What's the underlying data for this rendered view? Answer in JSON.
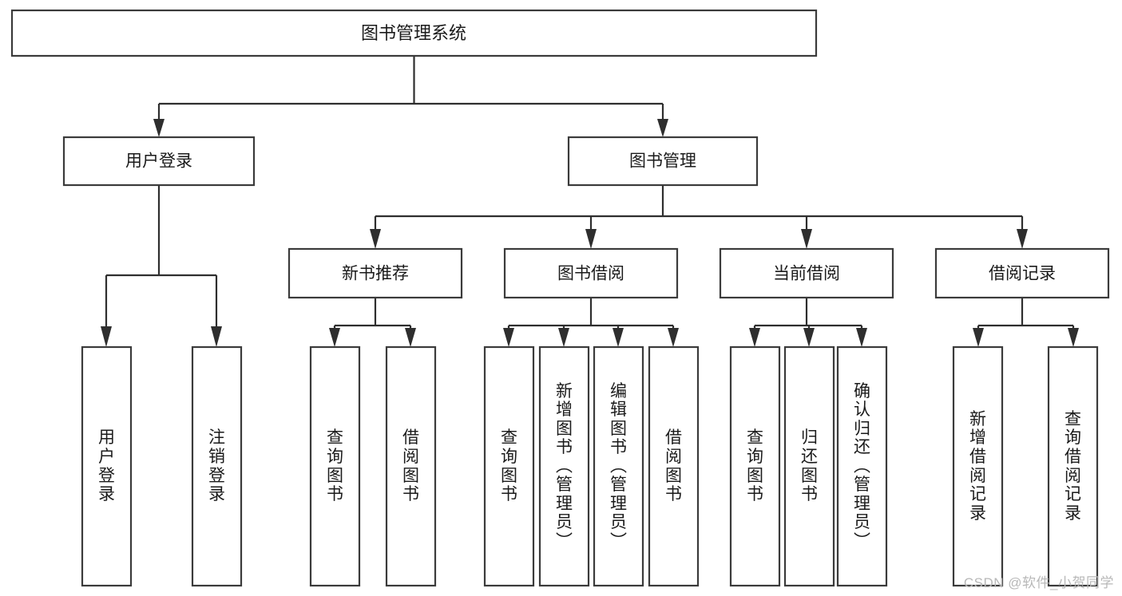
{
  "diagram": {
    "type": "tree-hierarchy",
    "root": {
      "id": "root",
      "label": "图书管理系统"
    },
    "level2": [
      {
        "id": "user-login",
        "label": "用户登录"
      },
      {
        "id": "book-management",
        "label": "图书管理"
      }
    ],
    "level3": [
      {
        "id": "new-book-recommend",
        "label": "新书推荐"
      },
      {
        "id": "book-borrow",
        "label": "图书借阅"
      },
      {
        "id": "current-borrow",
        "label": "当前借阅"
      },
      {
        "id": "borrow-record",
        "label": "借阅记录"
      }
    ],
    "leaves": [
      {
        "id": "leaf-user-login",
        "label": "用户登录",
        "parent": "user-login"
      },
      {
        "id": "leaf-user-logout",
        "label": "注销登录",
        "parent": "user-login"
      },
      {
        "id": "leaf-query-book-1",
        "label": "查询图书",
        "parent": "new-book-recommend"
      },
      {
        "id": "leaf-borrow-book-1",
        "label": "借阅图书",
        "parent": "new-book-recommend"
      },
      {
        "id": "leaf-query-book-2",
        "label": "查询图书",
        "parent": "book-borrow"
      },
      {
        "id": "leaf-add-book",
        "label": "新增图书（管理员）",
        "parent": "book-borrow"
      },
      {
        "id": "leaf-edit-book",
        "label": "编辑图书（管理员）",
        "parent": "book-borrow"
      },
      {
        "id": "leaf-borrow-book-2",
        "label": "借阅图书",
        "parent": "book-borrow"
      },
      {
        "id": "leaf-query-book-3",
        "label": "查询图书",
        "parent": "current-borrow"
      },
      {
        "id": "leaf-return-book",
        "label": "归还图书",
        "parent": "current-borrow"
      },
      {
        "id": "leaf-confirm-return",
        "label": "确认归还（管理员）",
        "parent": "current-borrow"
      },
      {
        "id": "leaf-add-record",
        "label": "新增借阅记录",
        "parent": "borrow-record"
      },
      {
        "id": "leaf-query-record",
        "label": "查询借阅记录",
        "parent": "borrow-record"
      }
    ],
    "watermark": "CSDN @软件_小贺同学",
    "colors": {
      "box_stroke": "#3b3b3b",
      "box_fill": "#ffffff",
      "connector": "#2e2e2e",
      "text": "#1a1a1a",
      "watermark": "#b8b8b8",
      "background": "#ffffff"
    }
  }
}
